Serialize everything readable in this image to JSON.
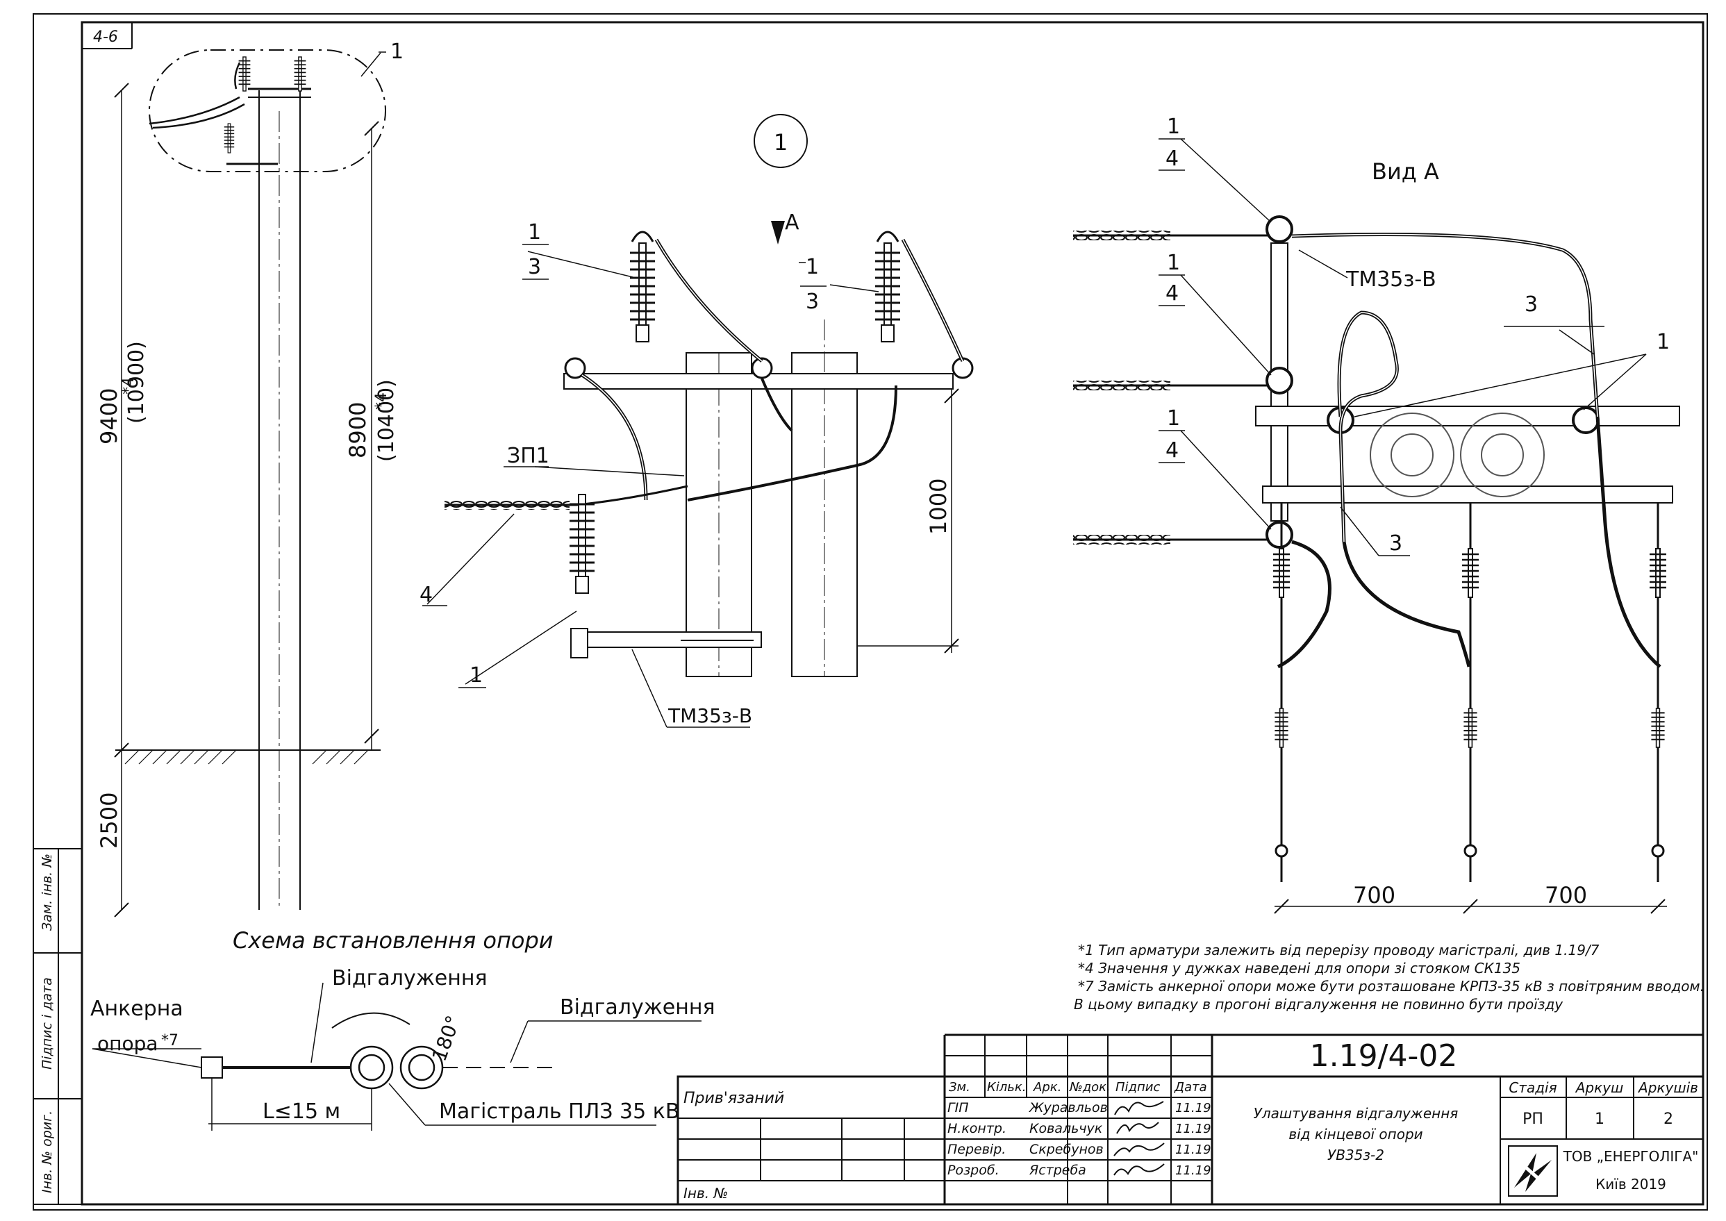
{
  "sheet_code": "4-6",
  "callouts": {
    "one": "1",
    "three": "3",
    "four": "4",
    "circle": "1",
    "arrow_a": "A"
  },
  "labels": {
    "zp1": "ЗП1",
    "tm35": "ТМ35з-В",
    "view_a": "Вид А"
  },
  "dimensions": {
    "h_9400": "9400",
    "h_10900": "(10900)",
    "h_8900": "8900",
    "h_10400": "(10400)",
    "star4": "*4",
    "h_2500": "2500",
    "h_1000": "1000",
    "w_700a": "700",
    "w_700b": "700"
  },
  "scheme": {
    "title": "Схема встановлення опори",
    "branch1": "Відгалуження",
    "branch2": "Відгалуження",
    "anchor1": "Анкерна",
    "anchor2": "опора",
    "anchor_star": "*7",
    "angle": "180°",
    "length": "L≤15 м",
    "main": "Магістраль ПЛЗ 35 кВ"
  },
  "notes": [
    "*1 Тип арматури залежить від перерізу проводу магістралі, див 1.19/7",
    "*4 Значення у дужках наведені для опори зі стояком СК135",
    "*7 Замість анкерної опори може бути розташоване КРПЗ-35 кВ з повітряним вводом.",
    "В цьому випадку в прогоні відгалуження не повинно бути проїзду"
  ],
  "side_stamp": [
    "Інв. № ориг.",
    "Підпис і дата",
    "Зам. інв. №"
  ],
  "title_block": {
    "doc_code": "1.19/4-02",
    "attached": "Прив'язаний",
    "inv_no": "Інв. №",
    "headers": [
      "Зм.",
      "Кільк.",
      "Арк.",
      "№док.",
      "Підпис",
      "Дата"
    ],
    "rows": [
      {
        "role": "ГІП",
        "name": "Журавльов",
        "date": "11.19"
      },
      {
        "role": "Н.контр.",
        "name": "Ковальчук",
        "date": "11.19"
      },
      {
        "role": "Перевір.",
        "name": "Скребунов",
        "date": "11.19"
      },
      {
        "role": "Розроб.",
        "name": "Ястреба",
        "date": "11.19"
      }
    ],
    "description": [
      "Улаштування відгалуження",
      "від кінцевої опори",
      "УВ35з-2"
    ],
    "stage_h": "Стадія",
    "sheet_h": "Аркуш",
    "sheets_h": "Аркушів",
    "stage": "РП",
    "sheet": "1",
    "sheets": "2",
    "company": "ТОВ „ЕНЕРГОЛІГА\"",
    "city": "Київ 2019"
  }
}
